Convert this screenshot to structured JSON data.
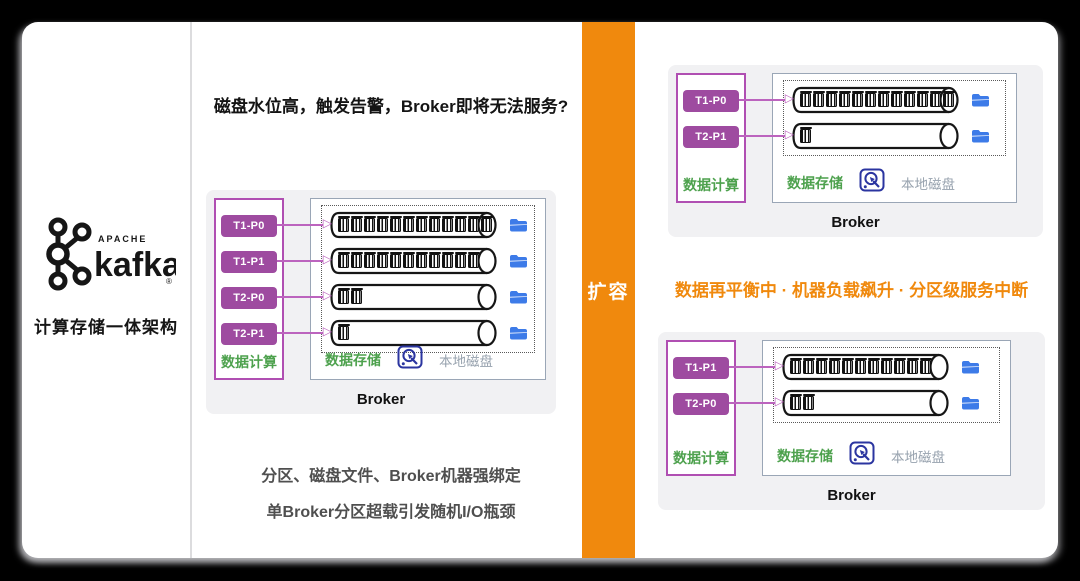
{
  "brand": {
    "apache": "APACHE",
    "kafka": "kafka",
    "registered": "®",
    "caption": "计算存储一体架构"
  },
  "middle": {
    "question": "磁盘水位高，触发告警，Broker即将无法服务?",
    "footnotes": [
      "分区、磁盘文件、Broker机器强绑定",
      "单Broker分区超载引发随机I/O瓶颈"
    ]
  },
  "scale_bar": {
    "label": "扩容"
  },
  "right": {
    "status": "数据再平衡中 · 机器负载飙升 · 分区级服务中断"
  },
  "broker_common": {
    "title": "Broker",
    "compute_label": "数据计算",
    "storage_label": "数据存储",
    "disk_label": "本地磁盘"
  },
  "brokers": [
    {
      "name": "broker-before-scale",
      "partitions": [
        {
          "label": "T1-P0",
          "segments": 12
        },
        {
          "label": "T1-P1",
          "segments": 11
        },
        {
          "label": "T2-P0",
          "segments": 2
        },
        {
          "label": "T2-P1",
          "segments": 1
        }
      ]
    },
    {
      "name": "broker-after-scale-1",
      "partitions": [
        {
          "label": "T1-P0",
          "segments": 12
        },
        {
          "label": "T2-P1",
          "segments": 1
        }
      ]
    },
    {
      "name": "broker-after-scale-2",
      "partitions": [
        {
          "label": "T1-P1",
          "segments": 11
        },
        {
          "label": "T2-P0",
          "segments": 2
        }
      ]
    }
  ],
  "colors": {
    "accent_orange": "#F0890D",
    "partition_purple": "#9E4BA0",
    "compute_border_magenta": "#B04FB2",
    "arrow_magenta": "#BC64BE",
    "label_green": "#4DA14D",
    "folder_blue": "#3D7BE8",
    "disk_navy": "#2B35A0",
    "muted_gray": "#97A2AE"
  }
}
